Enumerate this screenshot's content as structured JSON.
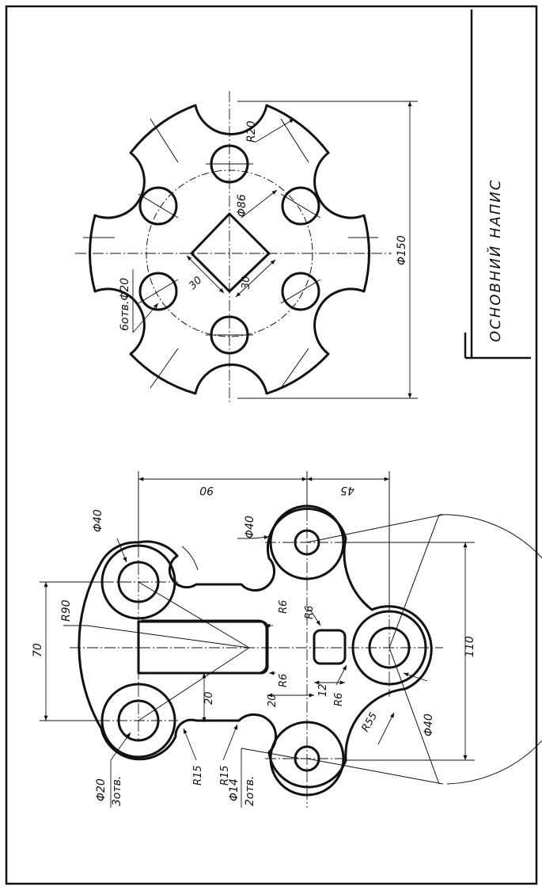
{
  "title_block": {
    "text": "ОСНОВНИЙ НАПИС"
  },
  "top_view": {
    "outer_diameter": "Φ150",
    "pitch_circle": "Φ86",
    "notch_radius": "R20",
    "holes_note": "6отв.Φ20",
    "square_side_a": "30",
    "square_side_b": "30"
  },
  "bottom_view": {
    "boss_d40_a": "Φ40",
    "boss_d40_b": "Φ40",
    "boss_d40_c": "Φ40",
    "boss_d20_count": "Φ20",
    "boss_d20_note": "3отв.",
    "boss_d14": "Φ14",
    "boss_d14_note": "2отв.",
    "dim_90": "90",
    "dim_45": "45",
    "dim_70": "70",
    "dim_110": "110",
    "r90": "R90",
    "r6_a": "R6",
    "r6_b": "R6",
    "r6_c": "R6",
    "r6_d": "R6",
    "r15_a": "R15",
    "r15_b": "R15",
    "r55": "R55",
    "dim_20_a": "20",
    "dim_20_b": "20",
    "dim_12": "12"
  }
}
